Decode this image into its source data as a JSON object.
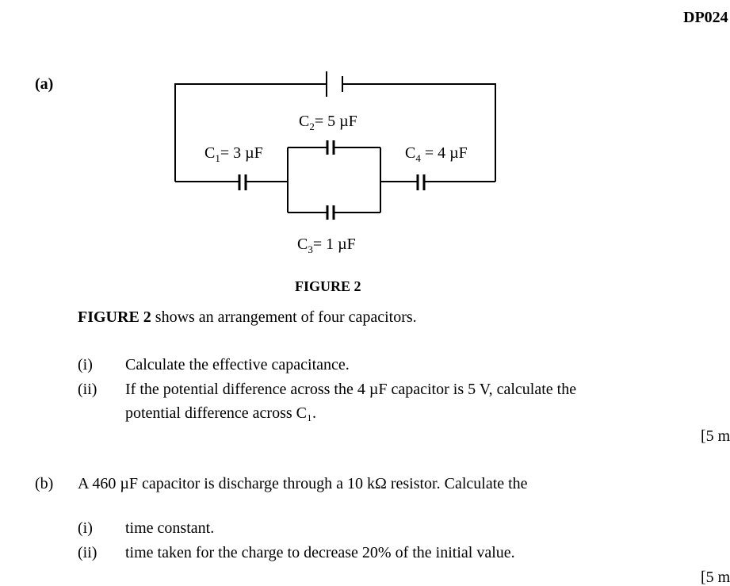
{
  "header": {
    "code": "DP024"
  },
  "part_a": {
    "label": "(a)",
    "circuit": {
      "c1": {
        "name": "C",
        "sub": "1",
        "value": "= 3 µF"
      },
      "c2": {
        "name": "C",
        "sub": "2",
        "value": "= 5 µF"
      },
      "c3": {
        "name": "C",
        "sub": "3",
        "value": "= 1 µF"
      },
      "c4": {
        "name": "C",
        "sub": "4",
        "value": " = 4 µF"
      }
    },
    "figure_caption": "FIGURE 2",
    "intro_bold": "FIGURE 2",
    "intro_rest": " shows an arrangement of four capacitors.",
    "questions": [
      {
        "num": "(i)",
        "text": "Calculate the effective capacitance."
      },
      {
        "num": "(ii)",
        "text": "If the potential difference across the 4 µF capacitor is 5 V, calculate the",
        "text2": "potential difference across C₁."
      }
    ],
    "marks": "[5 m"
  },
  "part_b": {
    "label": "(b)",
    "text": "A 460 µF capacitor is discharge through a 10 kΩ resistor. Calculate the",
    "questions": [
      {
        "num": "(i)",
        "text": "time constant."
      },
      {
        "num": "(ii)",
        "text": "time taken for the charge to decrease 20% of the initial value."
      }
    ],
    "marks": "[5 m"
  }
}
